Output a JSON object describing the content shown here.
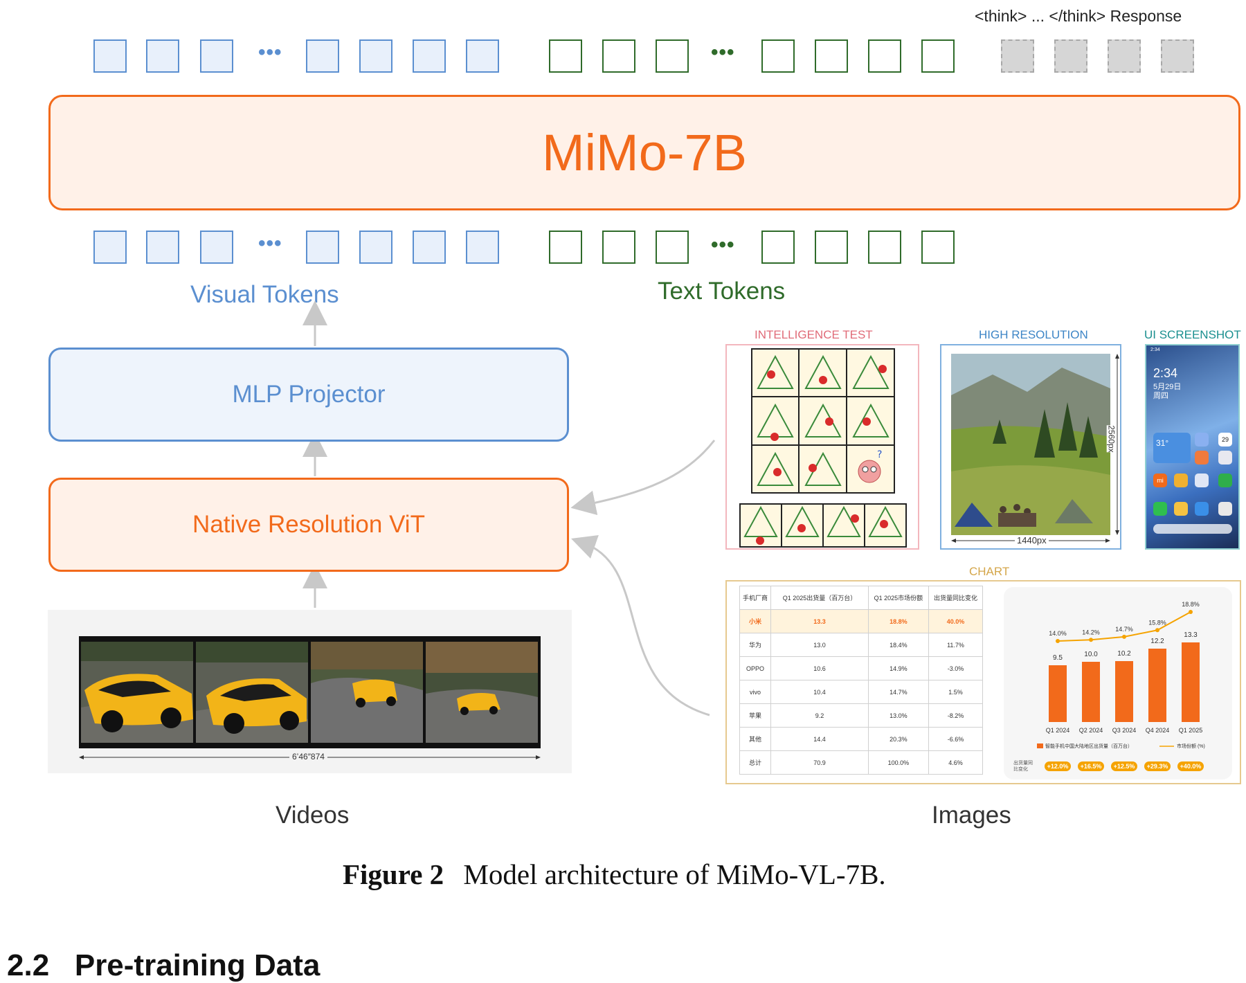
{
  "top_label": "<think> ... </think> Response",
  "llm_label": "MiMo-7B",
  "visual_tokens_label": "Visual Tokens",
  "text_tokens_label": "Text Tokens",
  "mlp_label": "MLP Projector",
  "vit_label": "Native Resolution ViT",
  "videos_label": "Videos",
  "images_label": "Images",
  "video_dimension": "6’46″874",
  "thumbnails": {
    "intelligence_test": "INTELLIGENCE TEST",
    "high_resolution": "HIGH RESOLUTION",
    "ui_screenshot": "UI SCREENSHOT",
    "chart": "CHART",
    "height_px": "2560px",
    "width_px": "1440px"
  },
  "phone": {
    "time": "2:34",
    "date": "5月29日",
    "weekday": "周四",
    "status_time": "2:34",
    "temp": "31°",
    "calendar_day": "29"
  },
  "chart_table": {
    "headers": [
      "手机厂商",
      "Q1 2025出货量（百万台）",
      "Q1 2025市场份额",
      "出货量同比变化"
    ],
    "rows": [
      [
        "小米",
        "13.3",
        "18.8%",
        "40.0%"
      ],
      [
        "华为",
        "13.0",
        "18.4%",
        "11.7%"
      ],
      [
        "OPPO",
        "10.6",
        "14.9%",
        "-3.0%"
      ],
      [
        "vivo",
        "10.4",
        "14.7%",
        "1.5%"
      ],
      [
        "苹果",
        "9.2",
        "13.0%",
        "-8.2%"
      ],
      [
        "其他",
        "14.4",
        "20.3%",
        "-6.6%"
      ],
      [
        "总计",
        "70.9",
        "100.0%",
        "4.6%"
      ]
    ]
  },
  "chart_data": {
    "type": "bar",
    "categories": [
      "Q1 2024",
      "Q2 2024",
      "Q3 2024",
      "Q4 2024",
      "Q1 2025"
    ],
    "series": [
      {
        "name": "智能手机中国大陆地区出货量（百万台）",
        "values": [
          9.5,
          10.0,
          10.2,
          12.2,
          13.3
        ],
        "color": "#f26a1b"
      },
      {
        "name": "市场份额 (%)",
        "values": [
          14.0,
          14.2,
          14.7,
          15.8,
          18.8
        ],
        "color": "#f5a300"
      }
    ],
    "value_labels": [
      "9.5",
      "10.0",
      "10.2",
      "12.2",
      "13.3"
    ],
    "share_labels": [
      "14.0%",
      "14.2%",
      "14.7%",
      "15.8%",
      "18.8%"
    ],
    "yoy_label": "出货量同比变化",
    "yoy_values": [
      "+12.0%",
      "+16.5%",
      "+12.5%",
      "+29.3%",
      "+40.0%"
    ]
  },
  "caption": {
    "figure": "Figure 2",
    "text": "Model architecture of MiMo-VL-7B."
  },
  "section_heading": "2.2   Pre-training Data",
  "colors": {
    "orange": "#f26a1b",
    "orange_fill": "#fff1e8",
    "blue": "#5b8fd0",
    "blue_fill": "#eef4fc",
    "green": "#2f6b2a",
    "intelligence_border": "#f3b6bd",
    "highres_border": "#7fb0df",
    "chart_border": "#e6c98f"
  }
}
